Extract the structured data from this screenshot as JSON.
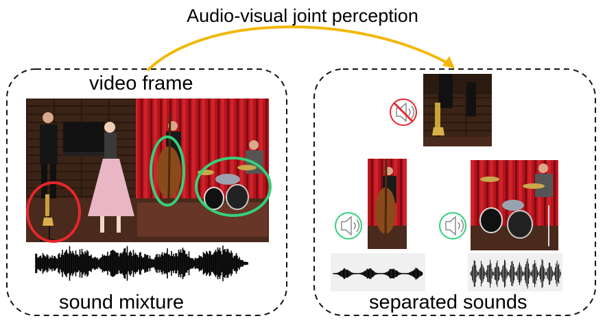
{
  "title": "Audio-visual joint perception",
  "left_panel": {
    "top_label": "video frame",
    "bottom_label": "sound mixture"
  },
  "right_panel": {
    "bottom_label": "separated sounds"
  },
  "colors": {
    "arrow": "#f2b705",
    "muted_circle": "#e8262d",
    "active_circle": "#33d17a",
    "curtain": "#b3121c",
    "wood": "#3a2416"
  },
  "icons": {
    "muted": "speaker-muted-icon",
    "active": "speaker-icon"
  }
}
